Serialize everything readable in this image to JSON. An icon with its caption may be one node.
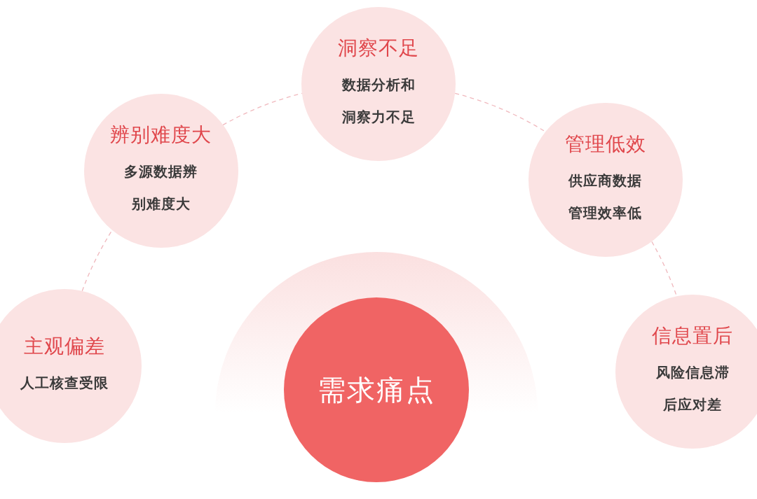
{
  "diagram": {
    "nodes": [
      {
        "text": [
          "需求痛点"
        ]
      },
      {
        "text": [
          "主观偏差",
          "人工核查受限"
        ]
      },
      {
        "text": [
          "辨别难度大",
          "多源数据辨别难度大"
        ]
      },
      {
        "text": [
          "洞察不足",
          "数据分析和洞察力不足"
        ]
      },
      {
        "text": [
          "管理低效",
          "供应商数据管理效率低"
        ]
      },
      {
        "text": [
          "信息置后",
          "风险信息滞后应对差"
        ]
      }
    ],
    "edges": [
      {
        "from": 1,
        "to": 2,
        "arrow": "none",
        "style": "dashed"
      },
      {
        "from": 2,
        "to": 3,
        "arrow": "none",
        "style": "dashed"
      },
      {
        "from": 3,
        "to": 4,
        "arrow": "none",
        "style": "dashed"
      },
      {
        "from": 4,
        "to": 5,
        "arrow": "none",
        "style": "dashed"
      }
    ]
  }
}
